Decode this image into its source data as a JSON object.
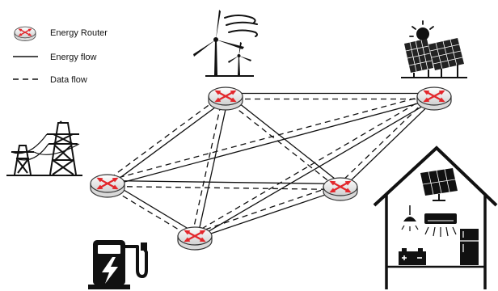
{
  "legend": {
    "items": [
      {
        "label": "Energy Router",
        "symbol": "router"
      },
      {
        "label": "Energy flow",
        "symbol": "solid-line"
      },
      {
        "label": "Data flow",
        "symbol": "dashed-line"
      }
    ]
  },
  "diagram": {
    "nodes": [
      {
        "id": "R1",
        "name": "router-wind"
      },
      {
        "id": "R2",
        "name": "router-solar"
      },
      {
        "id": "R3",
        "name": "router-grid"
      },
      {
        "id": "R4",
        "name": "router-home"
      },
      {
        "id": "R5",
        "name": "router-ev"
      }
    ],
    "links": [
      {
        "from": "R1",
        "to": "R2"
      },
      {
        "from": "R1",
        "to": "R3"
      },
      {
        "from": "R1",
        "to": "R4"
      },
      {
        "from": "R1",
        "to": "R5"
      },
      {
        "from": "R2",
        "to": "R3"
      },
      {
        "from": "R2",
        "to": "R4"
      },
      {
        "from": "R2",
        "to": "R5"
      },
      {
        "from": "R3",
        "to": "R4"
      },
      {
        "from": "R3",
        "to": "R5"
      },
      {
        "from": "R4",
        "to": "R5"
      }
    ],
    "icons": [
      {
        "name": "wind-turbine-icon",
        "near": "R1"
      },
      {
        "name": "solar-panel-icon",
        "near": "R2"
      },
      {
        "name": "transmission-tower-icon",
        "near": "R3"
      },
      {
        "name": "smart-home-icon",
        "near": "R4"
      },
      {
        "name": "ev-charger-icon",
        "near": "R5"
      }
    ],
    "colors": {
      "router_arrow": "#e3262b",
      "router_body": "#f2f2f2",
      "line": "#111111"
    }
  }
}
